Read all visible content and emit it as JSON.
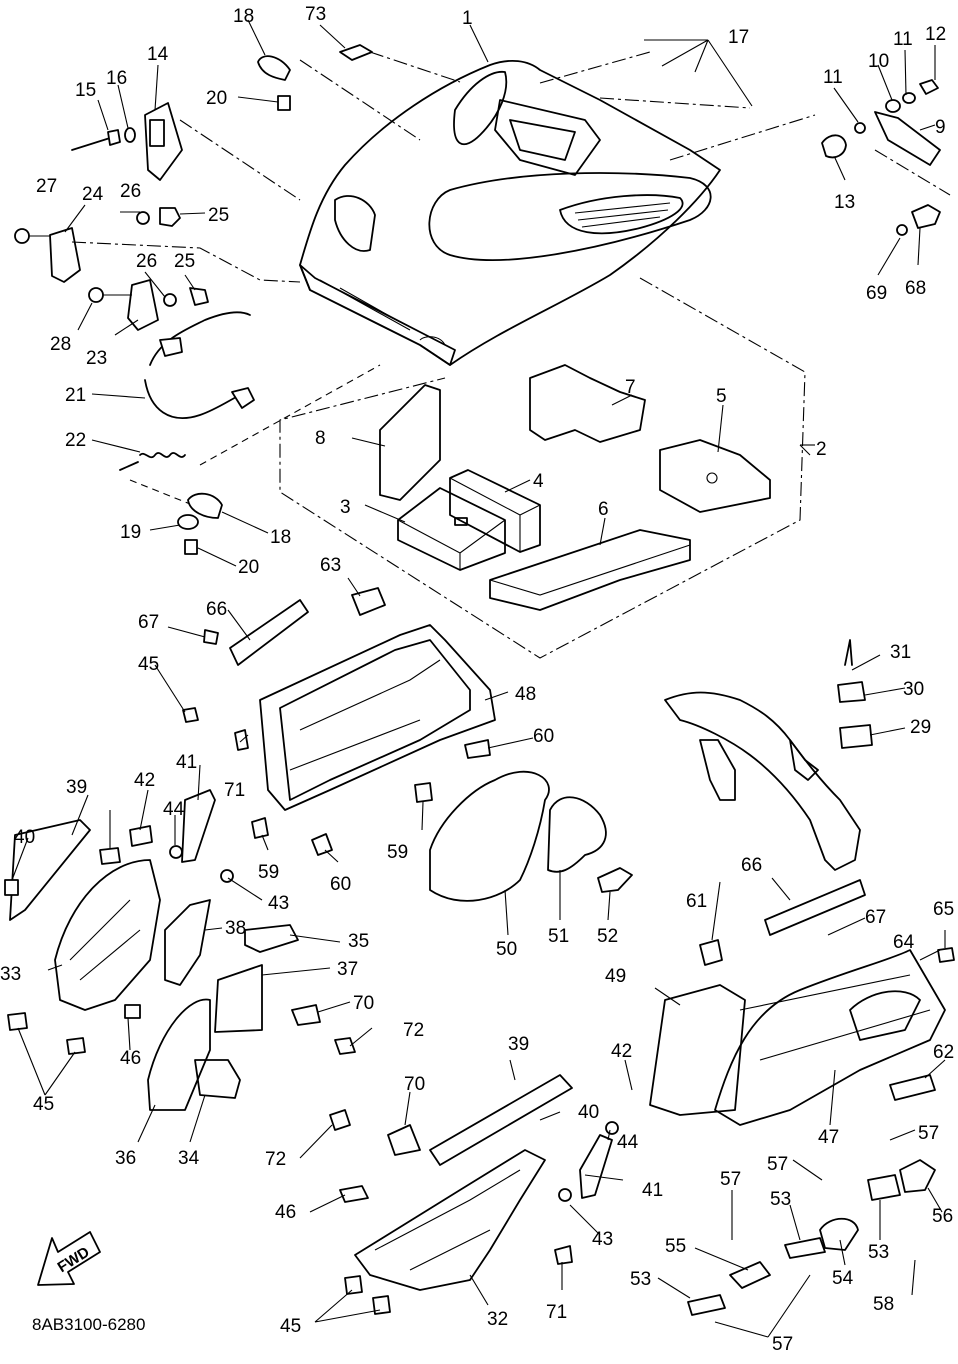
{
  "diagram_code": "8AB3100-6280",
  "direction_label": "FWD",
  "callouts": [
    "1",
    "2",
    "3",
    "4",
    "5",
    "6",
    "7",
    "8",
    "9",
    "10",
    "11",
    "11",
    "12",
    "13",
    "14",
    "15",
    "16",
    "17",
    "18",
    "18",
    "19",
    "20",
    "20",
    "21",
    "22",
    "23",
    "24",
    "25",
    "25",
    "26",
    "26",
    "27",
    "28",
    "29",
    "30",
    "31",
    "32",
    "33",
    "34",
    "35",
    "36",
    "37",
    "38",
    "39",
    "39",
    "40",
    "40",
    "41",
    "41",
    "42",
    "42",
    "43",
    "43",
    "44",
    "44",
    "45",
    "45",
    "45",
    "46",
    "46",
    "47",
    "48",
    "49",
    "50",
    "51",
    "52",
    "53",
    "53",
    "53",
    "54",
    "55",
    "56",
    "57",
    "57",
    "57",
    "57",
    "58",
    "59",
    "59",
    "60",
    "60",
    "61",
    "62",
    "63",
    "64",
    "65",
    "66",
    "66",
    "67",
    "67",
    "68",
    "69",
    "70",
    "70",
    "71",
    "71",
    "72",
    "72",
    "73"
  ]
}
